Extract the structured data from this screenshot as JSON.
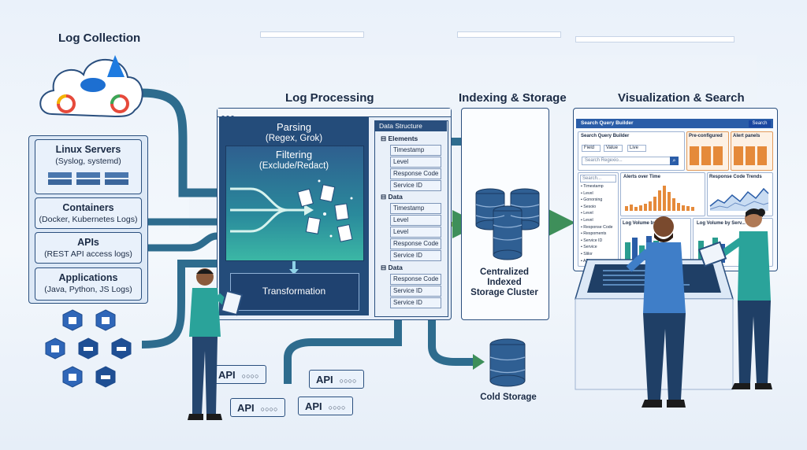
{
  "stages": {
    "collection_title": "Log Collection",
    "processing_title": "Log Processing",
    "indexing_title": "Indexing & Storage",
    "viz_title": "Visualization & Search"
  },
  "sources": [
    {
      "title": "Linux Servers",
      "sub": "(Syslog, systemd)"
    },
    {
      "title": "Containers",
      "sub": "(Docker, Kubernetes Logs)"
    },
    {
      "title": "APIs",
      "sub": "(REST API access logs)"
    },
    {
      "title": "Applications",
      "sub": "(Java, Python, JS Logs)"
    }
  ],
  "processing": {
    "parsing_title": "Parsing",
    "parsing_sub": "(Regex, Grok)",
    "filtering_title": "Filtering",
    "filtering_sub": "(Exclude/Redact)",
    "transformation": "Transformation"
  },
  "data_structure": {
    "title": "Data Structure",
    "groups": [
      {
        "name": "Elements",
        "items": [
          "Timestamp",
          "Level",
          "Response Code",
          "Service ID"
        ]
      },
      {
        "name": "Data",
        "items": [
          "Timestamp",
          "Level",
          "Level",
          "Response Code",
          "Service ID"
        ]
      },
      {
        "name": "Data",
        "items": [
          "Response Code",
          "Service ID",
          "Service ID"
        ]
      }
    ]
  },
  "storage": {
    "cluster_line1": "Centralized",
    "cluster_line2": "Indexed",
    "cluster_line3": "Storage Cluster",
    "cold": "Cold Storage"
  },
  "api_chips": [
    "API",
    "API",
    "API",
    "API"
  ],
  "dashboard": {
    "header": "Search Query Builder",
    "search_button": "Search",
    "builder_title": "Search Query Builder",
    "filters": [
      "Field",
      "Value",
      "Live"
    ],
    "search_placeholder": "Search Regexio...",
    "preconfigured": "Pre-configured",
    "alert_panels": "Alert panels",
    "side_search": "Search...",
    "side_list": [
      "Timestamp",
      "Level",
      "Gonorsing",
      "Sesoio",
      "Level",
      "Level",
      "Response Code",
      "Respoments",
      "Service ID",
      "Service",
      "Slilor",
      "APIs"
    ],
    "alerts_title": "Alerts over Time",
    "resp_title": "Response Code Trends",
    "vol1_title": "Log Volume by Serv...",
    "vol2_title": "Log Volume by Serv..."
  },
  "colors": {
    "accent": "#2a4f7e",
    "teal": "#2aa9a0",
    "green": "#3e8f5a",
    "orange": "#e58a3a",
    "arrow_dark": "#1f4a6e"
  }
}
